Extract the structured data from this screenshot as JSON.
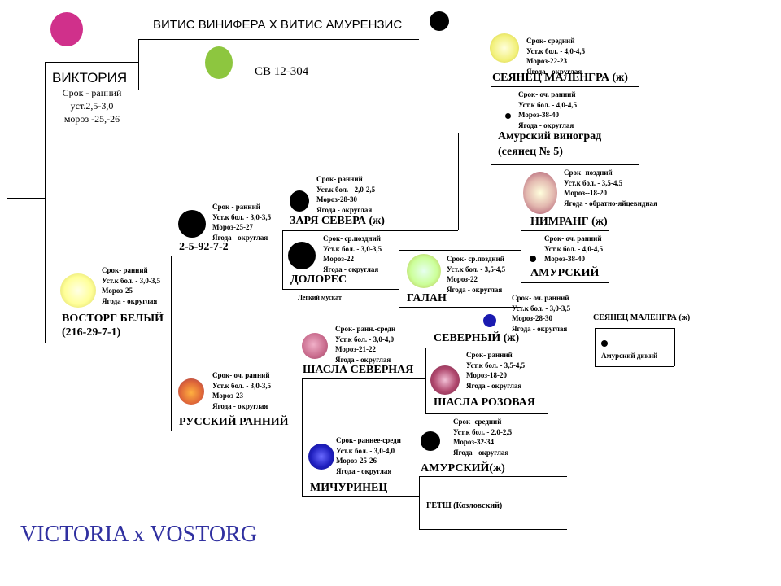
{
  "colors": {
    "victoria_dot": "#d0308b",
    "sv_dot": "#8dc63f",
    "title": "#3030a0",
    "black": "#000000",
    "blue": "#1a1ab0",
    "yellow_green": "#ffff99",
    "light_green": "#ccff99"
  },
  "title": "VICTORIA x VOSTORG",
  "top_cross": "ВИТИС ВИНИФЕРА Х ВИТИС АМУРЕНЗИС",
  "sv": "СВ 12-304",
  "victoria": {
    "name": "ВИКТОРИЯ",
    "lines": [
      "Срок - ранний",
      "уст.2,5-3,0",
      "мороз -25,-26"
    ]
  },
  "seyanets_malengra_top": {
    "name": "СЕЯНЕЦ МАЛЕНГРА (ж)",
    "lines": [
      "Срок- средний",
      "Уст.к бол. - 4,0-4,5",
      "Мороз-22-23",
      "Ягода - округлая"
    ]
  },
  "amur_vinograd": {
    "name_1": "Амурский виноград",
    "name_2": "(сеянец № 5)",
    "lines": [
      "Срок- оч. ранний",
      "Уст.к бол. - 4,0-4,5",
      "Мороз-38-40",
      "Ягода - округлая"
    ]
  },
  "nimrang": {
    "name": "НИМРАНГ (ж)",
    "lines": [
      "Срок- поздний",
      "Уст.к бол. - 3,5-4,5",
      "Мороз--18-20",
      "Ягода - обратно-яйцевидная"
    ]
  },
  "amursky_1": {
    "name": "АМУРСКИЙ",
    "lines": [
      "Срок- оч. ранний",
      "Уст.к бол. - 4,0-4,5",
      "Мороз-38-40"
    ]
  },
  "zarya_severa": {
    "name": "ЗАРЯ СЕВЕРА (ж)",
    "lines": [
      "Срок- ранний",
      "Уст.к бол. - 2,0-2,5",
      "Мороз-28-30",
      "Ягода - округлая"
    ]
  },
  "h25927": {
    "name": "2-5-92-7-2",
    "lines": [
      "Срок - ранний",
      "Уст.к бол. - 3,0-3,5",
      "Мороз-25-27",
      "Ягода - округлая"
    ]
  },
  "dolores": {
    "name": "ДОЛОРЕС",
    "lines": [
      "Срок- ср.поздний",
      "Уст.к бол. - 3,0-3,5",
      "Мороз-22",
      "Ягода - округлая"
    ]
  },
  "light_muscat": "Легкий мускат",
  "galan": {
    "name": "ГАЛАН",
    "lines": [
      "Срок- ср.поздний",
      "Уст.к бол. - 3,5-4,5",
      "Мороз-22",
      "Ягода - округлая"
    ]
  },
  "vostorg": {
    "name_1": "ВОСТОРГ БЕЛЫЙ",
    "name_2": "(216-29-7-1)",
    "lines": [
      "Срок- ранний",
      "Уст.к бол. - 3,0-3,5",
      "Мороз-25",
      "Ягода - округлая"
    ]
  },
  "severny": {
    "name": "СЕВЕРНЫЙ (ж)",
    "lines": [
      "Срок- оч. ранний",
      "Уст.к бол. - 3,0-3,5",
      "Мороз-28-30",
      "Ягода - округлая"
    ]
  },
  "seyanets_malengra_right": "СЕЯНЕЦ МАЛЕНГРА (ж)",
  "amur_dikiy": "Амурский дикий",
  "shasla_severnaya": {
    "name": "ШАСЛА СЕВЕРНАЯ",
    "lines": [
      "Срок- ранн.-средн",
      "Уст.к бол. - 3,0-4,0",
      "Мороз-21-22",
      "Ягода - округлая"
    ]
  },
  "shasla_rozovaya": {
    "name": "ШАСЛА РОЗОВАЯ",
    "lines": [
      "Срок- ранний",
      "Уст.к бол. - 3,5-4,5",
      "Мороз-18-20",
      "Ягода - округлая"
    ]
  },
  "russky_ranny": {
    "name": "РУССКИЙ РАННИЙ",
    "lines": [
      "Срок- оч. ранний",
      "Уст.к бол. - 3,0-3,5",
      "Мороз-23",
      "Ягода - округлая"
    ]
  },
  "michurinets": {
    "name": "МИЧУРИНЕЦ",
    "lines": [
      "Срок- раннее-средн",
      "Уст.к бол. - 3,0-4,0",
      "Мороз-25-26",
      "Ягода - округлая"
    ]
  },
  "amursky_2": {
    "name": "АМУРСКИЙ(ж)",
    "lines": [
      "Срок- средний",
      "Уст.к бол. - 2,0-2,5",
      "Мороз-32-34",
      "Ягода - округлая"
    ]
  },
  "getsh": "ГЕТШ (Козловский)"
}
